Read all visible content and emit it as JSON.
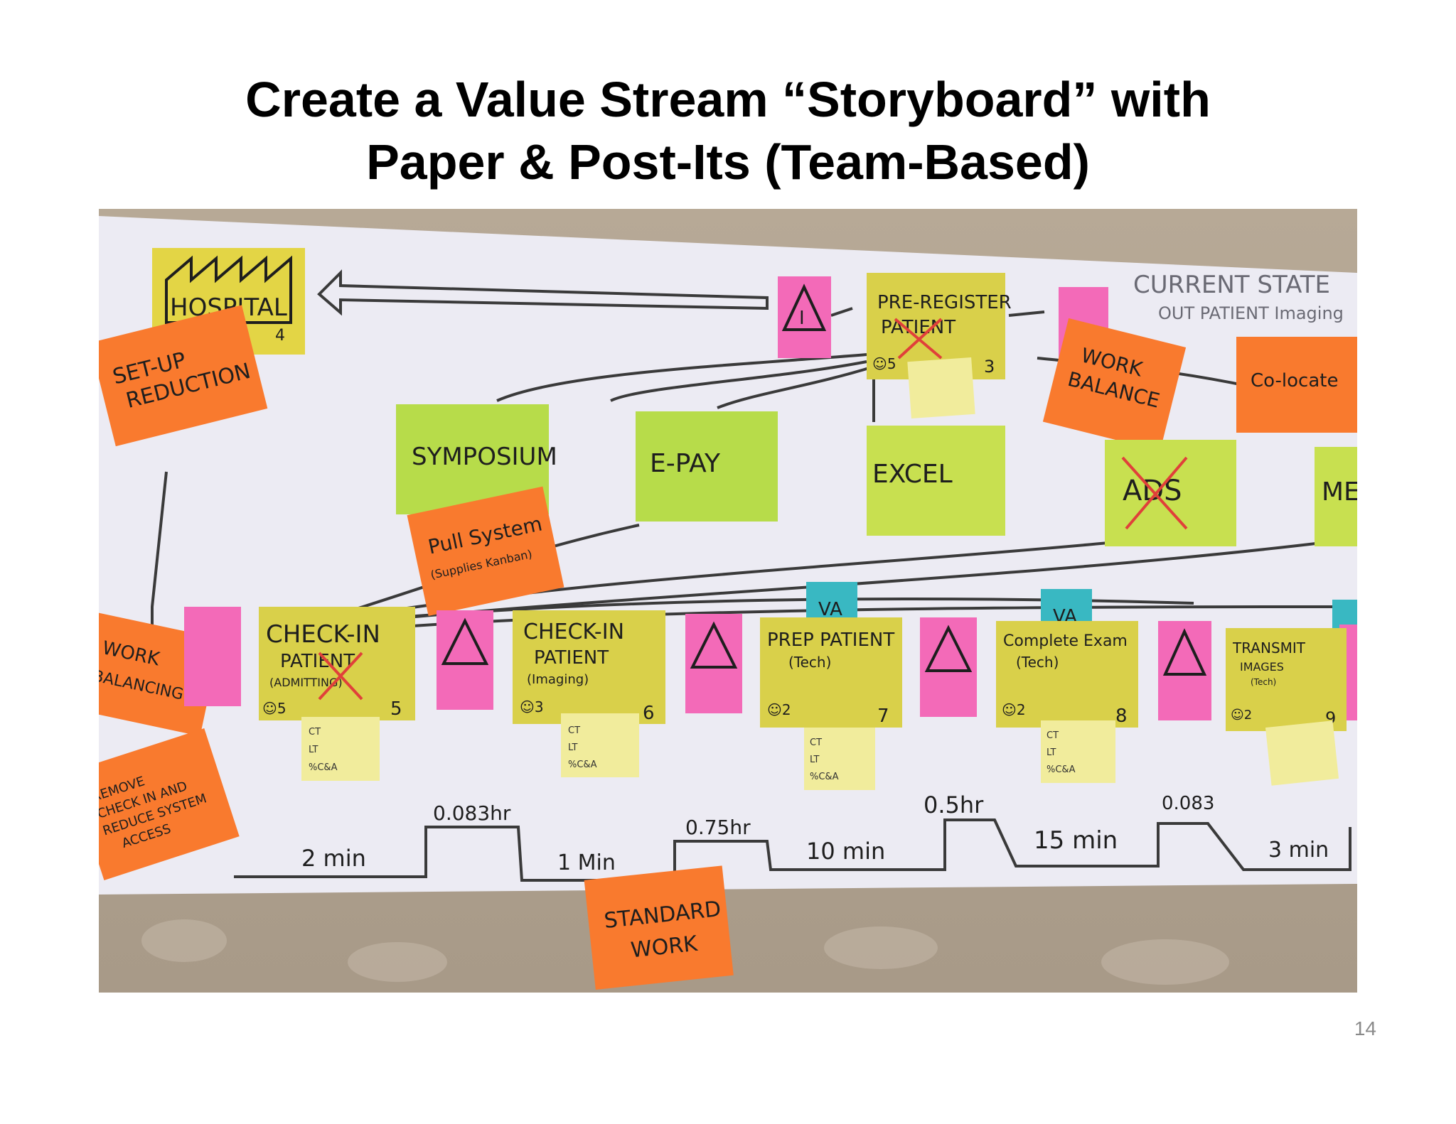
{
  "title": {
    "line1": "Create a Value Stream “Storyboard” with",
    "line2": "Paper & Post-Its (Team-Based)"
  },
  "page_number": "14",
  "board": {
    "header_line1": "CURRENT STATE",
    "header_line2": "OUT PATIENT Imaging",
    "hospital": {
      "label": "HOSPITAL",
      "number": "4"
    },
    "pre_register": {
      "line1": "PRE-REGISTER",
      "line2": "PATIENT",
      "operators": "☺5",
      "number": "3"
    },
    "systems": [
      "SYMPOSIUM",
      "E-PAY",
      "EXCEL",
      "ADS",
      "ME"
    ],
    "kaizen_bursts": {
      "setup": [
        "SET-UP",
        "REDUCTION"
      ],
      "pull": [
        "Pull System",
        "(Supplies Kanban)"
      ],
      "work_balance_top": [
        "WORK",
        "BALANCE"
      ],
      "colocate": [
        "Co-locate"
      ],
      "work_balance_left": [
        "WORK",
        "BALANCING"
      ],
      "remove": [
        "REMOVE",
        "CHECK IN AND",
        "REDUCE SYSTEM",
        "ACCESS"
      ],
      "standard_work": [
        "STANDARD",
        "WORK"
      ]
    },
    "inventory_label": "I",
    "va_label": "VA",
    "processes": [
      {
        "line1": "CHECK-IN",
        "line2": "PATIENT",
        "line3": "(ADMITTING)",
        "operators": "☺5",
        "number": "5"
      },
      {
        "line1": "CHECK-IN",
        "line2": "PATIENT",
        "line3": "(Imaging)",
        "operators": "☺3",
        "number": "6"
      },
      {
        "line1": "PREP PATIENT",
        "line2": "(Tech)",
        "line3": "",
        "operators": "☺2",
        "number": "7"
      },
      {
        "line1": "Complete Exam",
        "line2": "(Tech)",
        "line3": "",
        "operators": "☺2",
        "number": "8"
      },
      {
        "line1": "TRANSMIT",
        "line2": "IMAGES",
        "line3": "(Tech)",
        "operators": "☺2",
        "number": "9"
      }
    ],
    "data_box_labels": [
      "CT",
      "LT",
      "%C&A"
    ],
    "timeline": {
      "wait_times": [
        "0.083hr",
        "0.75hr",
        "0.5hr",
        "0.083"
      ],
      "process_times": [
        "2 min",
        "1 Min",
        "10 min",
        "15 min",
        "3 min"
      ]
    }
  },
  "colors": {
    "yellow_postit": "#d9d04a",
    "pink_postit": "#f36ab8",
    "green_postit": "#b7dc4a",
    "orange_postit": "#f97a2e",
    "teal_postit": "#39b8c2",
    "paper": "#ecebf3",
    "marker": "#1e1e1e"
  }
}
